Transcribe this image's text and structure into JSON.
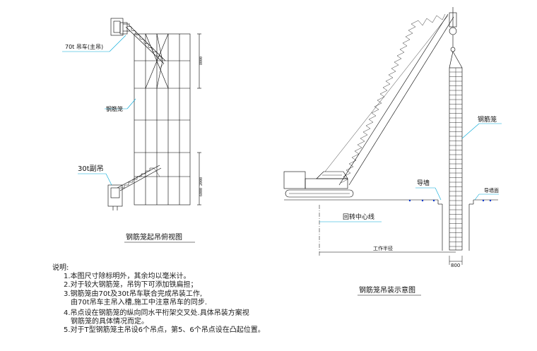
{
  "plan_view": {
    "title": "钢筋笼起吊俯视图",
    "label_main_crane": "70t 吊车(主吊)",
    "label_cage": "钢筋笼",
    "label_aux_crane": "30t副吊",
    "dim_top": "8000",
    "dim_bottom": "6000 2000"
  },
  "elevation_view": {
    "title": "钢筋笼吊装示意图",
    "label_cage": "钢筋笼",
    "label_guide_wall": "导墙",
    "label_ground": "导墙面",
    "label_center_line": "回转中心线",
    "label_radius": "工作半径",
    "dim_width": "800"
  },
  "notes": {
    "heading": "说明:",
    "lines": [
      "1.本图尺寸除标明外，其余均以毫米计。",
      "2.对于较大钢筋笼，吊钩下可添加铁扁担；",
      "3.钢筋笼由70t及30t吊车联合完成吊装工作,",
      "由70t吊车主吊入槽,施工中注意吊车的同步.",
      "4.吊点设在钢筋笼的纵向同水平桁架交叉处.具体吊装方案视",
      "钢筋笼的具体情况而定。",
      "5.对于T型钢筋笼主吊设6个吊点，第5、6个吊点设在凸起位置。"
    ]
  },
  "colors": {
    "line": "#000000",
    "leader": "#00a8d8",
    "accent_blue": "#0033cc"
  }
}
